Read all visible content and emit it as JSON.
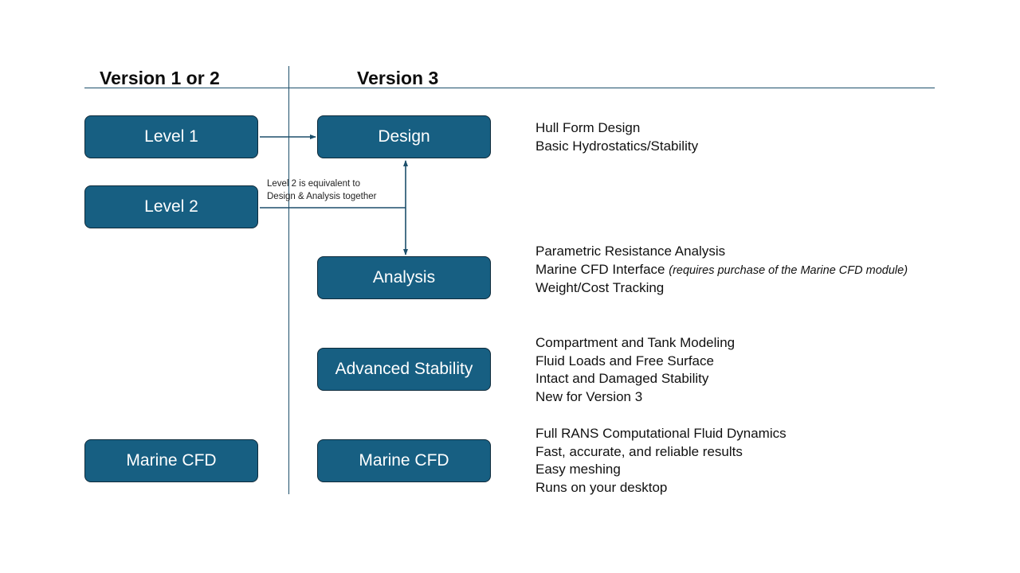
{
  "headings": {
    "left": "Version 1 or 2",
    "right": "Version 3"
  },
  "left_column": {
    "boxes": [
      {
        "label": "Level 1"
      },
      {
        "label": "Level 2"
      },
      {
        "label": "Marine CFD"
      }
    ]
  },
  "right_column": {
    "boxes": [
      {
        "label": "Design"
      },
      {
        "label": "Analysis"
      },
      {
        "label": "Advanced Stability"
      },
      {
        "label": "Marine CFD"
      }
    ]
  },
  "annotation": {
    "line1": "Level 2 is equivalent to",
    "line2": "Design & Analysis together"
  },
  "descriptions": {
    "design": [
      "Hull Form Design",
      "Basic Hydrostatics/Stability"
    ],
    "analysis": {
      "line1": "Parametric Resistance Analysis",
      "line2_main": "Marine CFD Interface",
      "line2_note": "(requires purchase of the Marine CFD module)",
      "line3": "Weight/Cost Tracking"
    },
    "advanced_stability": [
      "Compartment and Tank Modeling",
      "Fluid Loads and Free Surface",
      "Intact and Damaged Stability",
      "New for Version 3"
    ],
    "marine_cfd": [
      "Full RANS Computational Fluid Dynamics",
      "Fast, accurate, and reliable results",
      "Easy meshing",
      "Runs on your desktop"
    ]
  },
  "colors": {
    "box_fill": "#175f82",
    "box_border": "#0e2a3a",
    "line": "#1d4f6b"
  }
}
